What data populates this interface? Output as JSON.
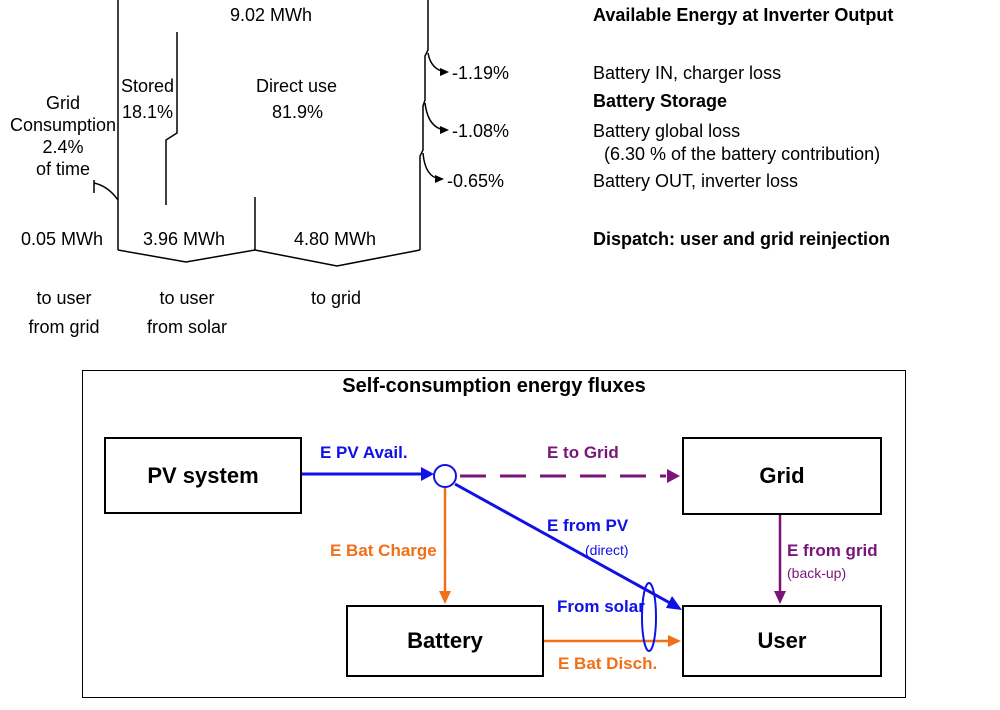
{
  "flow": {
    "total": "9.02 MWh",
    "grid_consumption": [
      "Grid",
      "Consumption",
      "2.4%",
      "of time"
    ],
    "stored_label": "Stored",
    "stored_pct": "18.1%",
    "direct_label": "Direct use",
    "direct_pct": "81.9%",
    "losses": [
      "-1.19%",
      "-1.08%",
      "-0.65%"
    ],
    "values": [
      "0.05 MWh",
      "3.96 MWh",
      "4.80 MWh"
    ],
    "dest": [
      [
        "to user",
        "from grid"
      ],
      [
        "to user",
        "from solar"
      ],
      [
        "to grid"
      ]
    ]
  },
  "legend": {
    "available": "Available  Energy at Inverter Output",
    "bat_in": "Battery IN, charger loss",
    "storage": "Battery  Storage",
    "global_loss": "Battery global loss",
    "global_loss_note": "(6.30 % of the battery contribution)",
    "bat_out": "Battery OUT, inverter loss",
    "dispatch": "Dispatch: user and grid reinjection"
  },
  "fluxes": {
    "title": "Self-consumption energy fluxes",
    "boxes": {
      "pv": "PV system",
      "grid": "Grid",
      "battery": "Battery",
      "user": "User"
    },
    "labels": {
      "pv_avail": "E PV Avail.",
      "to_grid": "E  to Grid",
      "from_pv": "E from PV",
      "direct": "(direct)",
      "bat_charge": "E Bat Charge",
      "from_grid": "E from grid",
      "backup": "(back-up)",
      "from_solar": "From solar",
      "bat_disch": "E Bat Disch."
    }
  },
  "colors": {
    "blue": "#1010e8",
    "orange": "#f07018",
    "purple": "#7a147a",
    "black": "#000000"
  }
}
